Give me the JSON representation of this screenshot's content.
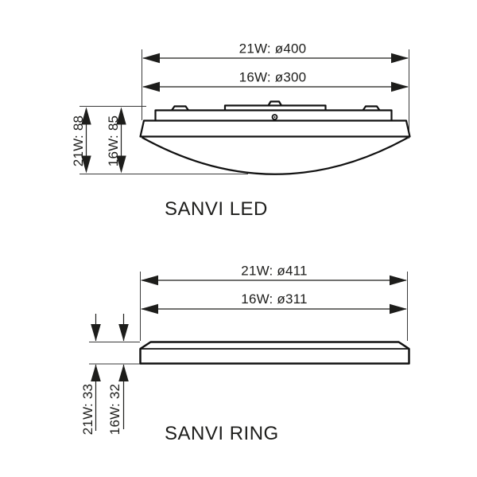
{
  "page": {
    "background": "#ffffff",
    "line_color": "#1d1d1b"
  },
  "diagrams": [
    {
      "id": "sanvi-led",
      "title": "SANVI LED",
      "diameter_dims": [
        {
          "label": "21W: ø400"
        },
        {
          "label": "16W: ø300"
        }
      ],
      "height_dims": [
        {
          "label": "21W: 88"
        },
        {
          "label": "16W: 85"
        }
      ]
    },
    {
      "id": "sanvi-ring",
      "title": "SANVI RING",
      "diameter_dims": [
        {
          "label": "21W: ø411"
        },
        {
          "label": "16W: ø311"
        }
      ],
      "height_dims": [
        {
          "label": "21W: 33"
        },
        {
          "label": "16W: 32"
        }
      ]
    }
  ]
}
